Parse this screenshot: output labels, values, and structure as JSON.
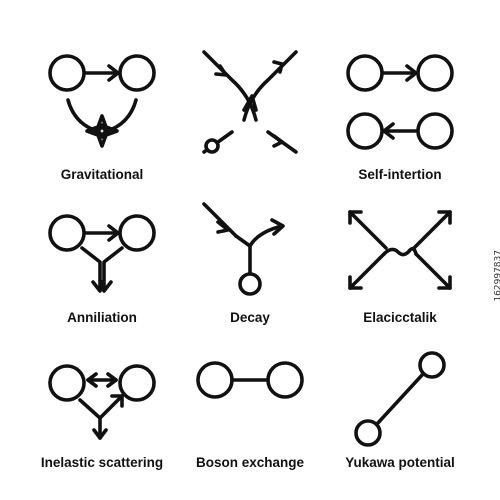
{
  "icons": [
    {
      "id": "gravitational",
      "label": "Gravitational",
      "icon": "gravitational-icon"
    },
    {
      "id": "self-intertion",
      "label": "Self-intertion",
      "icon": "self-interaction-icon"
    },
    {
      "id": "anniliation",
      "label": "Anniliation",
      "icon": "annihilation-icon"
    },
    {
      "id": "decay",
      "label": "Decay",
      "icon": "decay-icon"
    },
    {
      "id": "elacicctalik",
      "label": "Elacicctalik",
      "icon": "elastic-icon"
    },
    {
      "id": "inelastic-scattering",
      "label": "Inelastic scattering",
      "icon": "inelastic-scattering-icon"
    },
    {
      "id": "boson-exchange",
      "label": "Boson exchange",
      "icon": "boson-exchange-icon"
    },
    {
      "id": "yukawa-potential",
      "label": "Yukawa potential",
      "icon": "yukawa-potential-icon"
    }
  ],
  "stock_id": "162997837",
  "colors": {
    "ink": "#111111",
    "background": "#ffffff"
  }
}
